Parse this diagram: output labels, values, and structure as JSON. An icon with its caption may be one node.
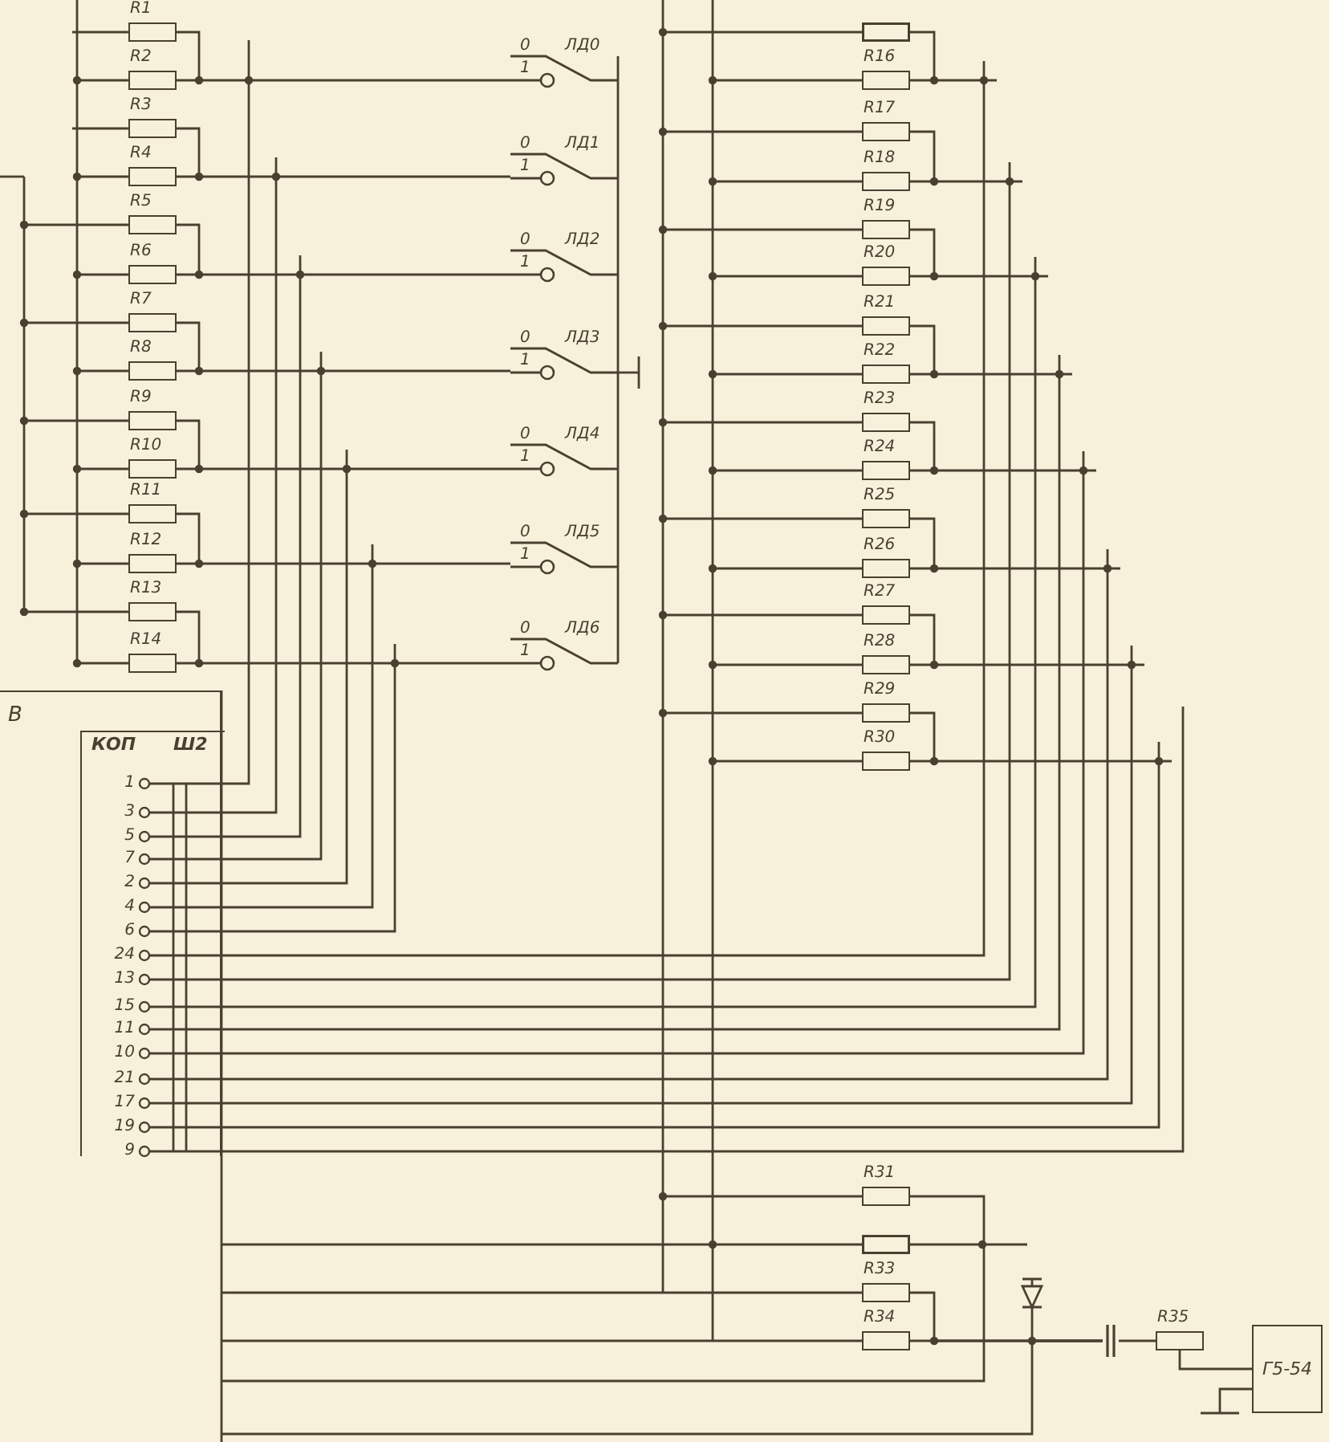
{
  "diagram": {
    "nodes": [
      {
        "text": [
          "В"
        ]
      },
      {
        "text": [
          "КОП",
          "Ш2"
        ],
        "in": 0
      },
      {
        "text": [
          "R1"
        ]
      },
      {
        "text": [
          "R2"
        ]
      },
      {
        "text": [
          "R3"
        ]
      },
      {
        "text": [
          "R4"
        ]
      },
      {
        "text": [
          "R5"
        ]
      },
      {
        "text": [
          "R6"
        ]
      },
      {
        "text": [
          "R7"
        ]
      },
      {
        "text": [
          "R8"
        ]
      },
      {
        "text": [
          "R9"
        ]
      },
      {
        "text": [
          "R10"
        ]
      },
      {
        "text": [
          "R11"
        ]
      },
      {
        "text": [
          "R12"
        ]
      },
      {
        "text": [
          "R13"
        ]
      },
      {
        "text": [
          "R14"
        ]
      },
      {
        "text": [
          "0",
          "1",
          "ЛД0"
        ]
      },
      {
        "text": [
          "0",
          "1",
          "ЛД1"
        ]
      },
      {
        "text": [
          "0",
          "1",
          "ЛД2"
        ]
      },
      {
        "text": [
          "0",
          "1",
          "ЛД3"
        ]
      },
      {
        "text": [
          "0",
          "1",
          "ЛД4"
        ]
      },
      {
        "text": [
          "0",
          "1",
          "ЛД5"
        ]
      },
      {
        "text": [
          "0",
          "1",
          "ЛД6"
        ]
      },
      {
        "text": [],
        "shape": "box"
      },
      {
        "text": [
          "R16"
        ]
      },
      {
        "text": [
          "R17"
        ]
      },
      {
        "text": [
          "R18"
        ]
      },
      {
        "text": [
          "R19"
        ]
      },
      {
        "text": [
          "R20"
        ]
      },
      {
        "text": [
          "R21"
        ]
      },
      {
        "text": [
          "R22"
        ]
      },
      {
        "text": [
          "R23"
        ]
      },
      {
        "text": [
          "R24"
        ]
      },
      {
        "text": [
          "R25"
        ]
      },
      {
        "text": [
          "R26"
        ]
      },
      {
        "text": [
          "R27"
        ]
      },
      {
        "text": [
          "R28"
        ]
      },
      {
        "text": [
          "R29"
        ]
      },
      {
        "text": [
          "R30"
        ]
      },
      {
        "text": [
          "R31"
        ]
      },
      {
        "text": [],
        "shape": "box"
      },
      {
        "text": [
          "R33"
        ]
      },
      {
        "text": [
          "R34"
        ]
      },
      {
        "text": [],
        "shape": "diode"
      },
      {
        "text": [],
        "shape": "capacitor"
      },
      {
        "text": [
          "R35"
        ]
      },
      {
        "text": [
          "Г5-54"
        ]
      }
    ],
    "edges": [
      {
        "from": 42,
        "to": 44,
        "arrow": "none"
      },
      {
        "from": 43,
        "to": 44,
        "arrow": "none"
      },
      {
        "from": 44,
        "to": 45,
        "arrow": "none"
      },
      {
        "from": 45,
        "to": 46,
        "arrow": "none"
      },
      {
        "from": 41,
        "to": 44,
        "arrow": "none"
      }
    ],
    "labels": [
      "1",
      "3",
      "5",
      "7",
      "2",
      "4",
      "6",
      "24",
      "13",
      "15",
      "11",
      "10",
      "21",
      "17",
      "19",
      "9"
    ]
  }
}
